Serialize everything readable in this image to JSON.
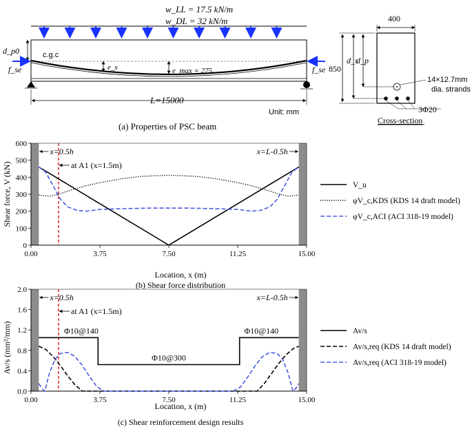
{
  "panel_a": {
    "load_ll": "w_LL = 17.5 kN/m",
    "load_dl": "w_DL = 32 kN/m",
    "dp0": "d_p0",
    "cgc": "c.g.c",
    "es": "e_s",
    "emax": "e_max = 275",
    "fse_left": "f_se",
    "fse_right": "f_se",
    "span": "L=15000",
    "unit": "Unit: mm",
    "caption": "(a) Properties of PSC beam",
    "cs_width": "400",
    "cs_height": "850",
    "cs_ds": "d_s",
    "cs_dp": "d_p",
    "cs_strands": "14×12.7mm",
    "cs_strands2": "dia. strands",
    "cs_bars": "3Φ20",
    "cs_caption": "Cross-section"
  },
  "chart_data": [
    {
      "type": "line",
      "title": "(b) Shear force distribution",
      "xlabel": "Location, x (m)",
      "ylabel": "Shear force, V (kN)",
      "xlim": [
        0,
        15
      ],
      "ylim": [
        0,
        600
      ],
      "xticks": [
        "0.00",
        "3.75",
        "7.50",
        "11.25",
        "15.00"
      ],
      "yticks": [
        "0",
        "100",
        "200",
        "300",
        "400",
        "500",
        "600"
      ],
      "grid": false,
      "legend_position": "right",
      "annotations": [
        "x=0.5h",
        "at A1 (x=1.5m)",
        "x=L-0.5h"
      ],
      "series": [
        {
          "name": "V_u",
          "style": "solid",
          "color": "#000000",
          "x": [
            0.425,
            7.5,
            14.575
          ],
          "y": [
            460,
            0,
            460
          ]
        },
        {
          "name": "φV_c,KDS (KDS 14 draft model)",
          "style": "dotted",
          "color": "#000000",
          "x": [
            0.425,
            1.0,
            1.5,
            2.0,
            3.0,
            3.75,
            5.0,
            6.0,
            7.5,
            9.0,
            10.0,
            11.25,
            12.0,
            13.0,
            13.5,
            14.0,
            14.575
          ],
          "y": [
            295,
            288,
            300,
            318,
            350,
            368,
            392,
            405,
            412,
            405,
            392,
            368,
            350,
            318,
            300,
            288,
            295
          ]
        },
        {
          "name": "φV_c,ACI (ACI 318-19 model)",
          "style": "dashed",
          "color": "#4a5ae0",
          "x": [
            0.425,
            0.8,
            1.2,
            1.6,
            2.0,
            2.5,
            3.0,
            3.75,
            5.0,
            6.5,
            7.5,
            8.5,
            10.0,
            11.25,
            12.0,
            12.5,
            13.0,
            13.4,
            13.8,
            14.2,
            14.575
          ],
          "y": [
            460,
            430,
            350,
            270,
            225,
            205,
            200,
            210,
            215,
            218,
            218,
            218,
            215,
            210,
            200,
            205,
            225,
            270,
            350,
            430,
            460
          ]
        }
      ]
    },
    {
      "type": "line",
      "title": "(c) Shear reinforcement design results",
      "xlabel": "Location, x (m)",
      "ylabel": "Av/s (mm²/mm)",
      "xlim": [
        0,
        15
      ],
      "ylim": [
        0,
        2.0
      ],
      "xticks": [
        "0.00",
        "3.75",
        "7.50",
        "11.25",
        "15.00"
      ],
      "yticks": [
        "0.0",
        "0.4",
        "0.8",
        "1.2",
        "1.6",
        "2.0"
      ],
      "grid": false,
      "legend_position": "right",
      "annotations": [
        "x=0.5h",
        "at A1 (x=1.5m)",
        "x=L-0.5h",
        "Φ10@140",
        "Φ10@300",
        "Φ10@140"
      ],
      "series": [
        {
          "name": "Av/s",
          "style": "solid",
          "color": "#000000",
          "x": [
            0.425,
            3.65,
            3.65,
            11.35,
            11.35,
            14.575
          ],
          "y": [
            1.05,
            1.05,
            0.52,
            0.52,
            1.05,
            1.05
          ]
        },
        {
          "name": "Av/s,req (KDS 14 draft model)",
          "style": "dashed",
          "color": "#000000",
          "x": [
            0.425,
            0.8,
            1.2,
            1.6,
            2.0,
            2.4,
            2.8,
            11.9,
            12.3,
            12.7,
            13.1,
            13.5,
            13.9,
            14.3,
            14.575
          ],
          "y": [
            0.88,
            0.82,
            0.68,
            0.5,
            0.3,
            0.12,
            0.0,
            0.0,
            0.0,
            0.15,
            0.35,
            0.55,
            0.72,
            0.84,
            0.88
          ]
        },
        {
          "name": "Av/s,req (ACI 318-19 model)",
          "style": "dashed",
          "color": "#4a5ae0",
          "x": [
            0.425,
            0.6,
            0.75,
            1.0,
            1.3,
            1.6,
            2.0,
            2.4,
            2.8,
            3.2,
            3.6,
            4.0,
            11.0,
            11.4,
            11.8,
            12.2,
            12.6,
            13.0,
            13.4,
            13.7,
            14.0,
            14.25,
            14.4,
            14.575
          ],
          "y": [
            0.15,
            0.05,
            0.0,
            0.35,
            0.62,
            0.74,
            0.76,
            0.68,
            0.5,
            0.28,
            0.08,
            0.0,
            0.0,
            0.08,
            0.28,
            0.5,
            0.68,
            0.76,
            0.74,
            0.62,
            0.35,
            0.0,
            0.05,
            0.15
          ]
        }
      ]
    }
  ]
}
